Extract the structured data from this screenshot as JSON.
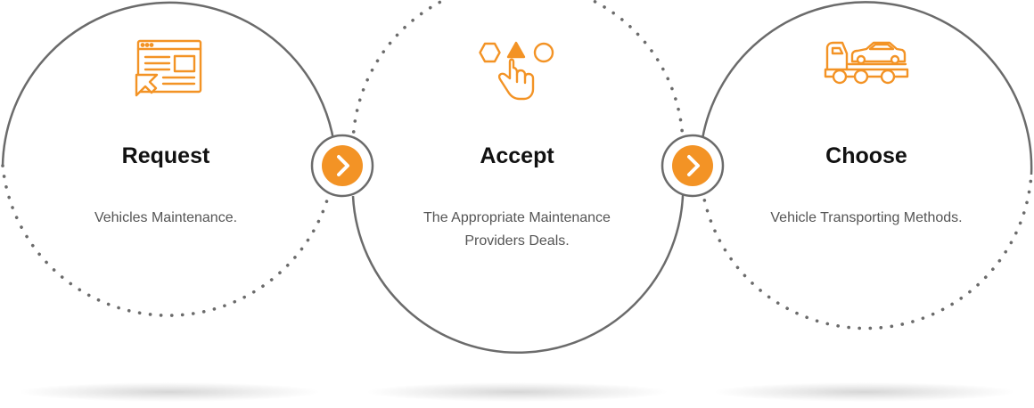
{
  "colors": {
    "accent": "#F39325",
    "ring": "#6b6b6b",
    "title": "#111111",
    "text": "#555555"
  },
  "steps": [
    {
      "title": "Request",
      "description": "Vehicles Maintenance.",
      "icon": "browser-cursor-icon"
    },
    {
      "title": "Accept",
      "description": "The Appropriate Maintenance Providers Deals.",
      "icon": "hand-tap-shapes-icon"
    },
    {
      "title": "Choose",
      "description": "Vehicle Transporting Methods.",
      "icon": "tow-truck-icon"
    }
  ],
  "connectors": [
    "chevron-right-icon",
    "chevron-right-icon"
  ]
}
